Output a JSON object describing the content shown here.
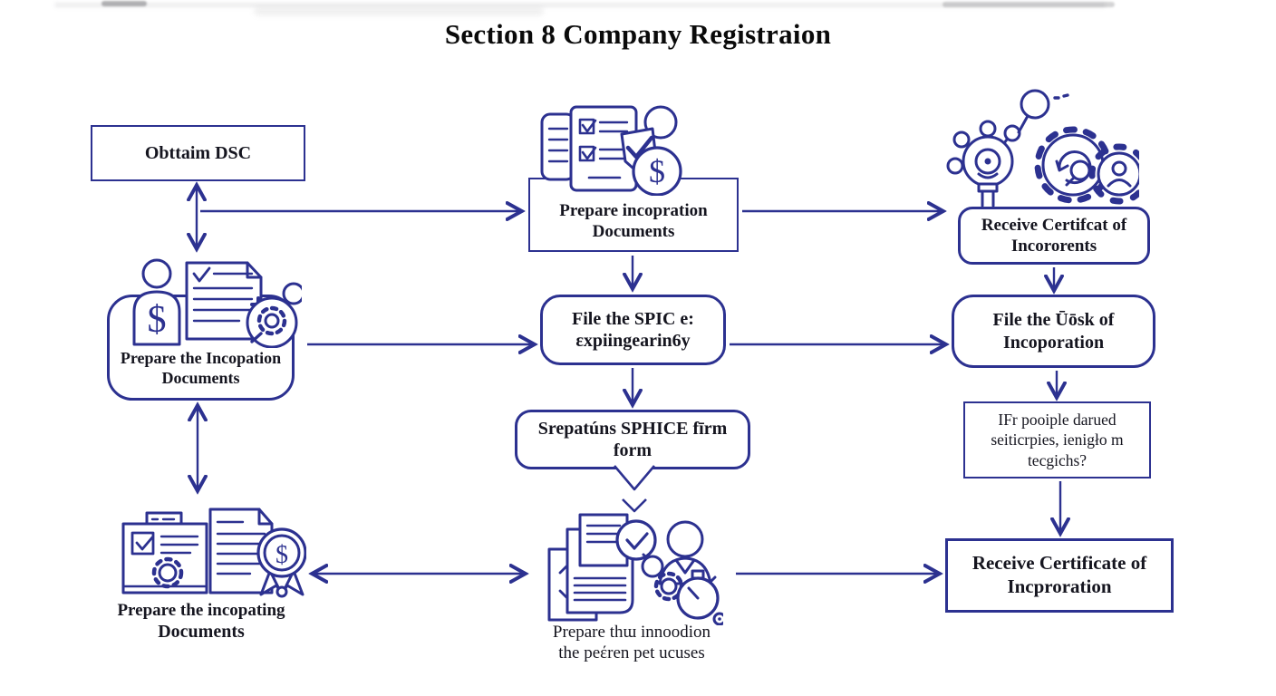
{
  "title": "Section 8 Company Registraion",
  "colors": {
    "line": "#2c3190",
    "text": "#15151f",
    "title_text": "#0a0a0a",
    "background": "#ffffff"
  },
  "glyphs": {
    "dollar": "$"
  },
  "nodes": {
    "obtain_dsc": {
      "label": "Obttaim DSC"
    },
    "prepare_incopration": {
      "line1": "Prepare incopration",
      "line2": "Documents"
    },
    "receive_certifcat": {
      "line1": "Receive Certifcat of",
      "line2": "Incororents"
    },
    "prepare_incopation": {
      "line1": "Prepare the Incopation",
      "line2": "Documents"
    },
    "file_spice": {
      "line1": "File the SPIC e:",
      "line2": "εxpiingearin6y"
    },
    "file_uosk": {
      "line1": "File the Ūōsk of",
      "line2": "Incoporation"
    },
    "srepatuns": {
      "line1": "Srepatúns SPHICE fīrm",
      "line2": "form"
    },
    "ifr_question": {
      "line1": "IFr pooiple darued",
      "line2": "seiticrpies, ienigło m",
      "line3": "tecgichs?"
    },
    "prepare_incopating": {
      "line1": "Prepare the incopating",
      "line2": "Documents"
    },
    "prepare_innoodion": {
      "line1": "Prepare thɯ innoodion",
      "line2": "the peέren pet ucuses"
    },
    "receive_certificate": {
      "line1": "Receive Certificate of",
      "line2": "Incproration"
    }
  },
  "icons": {
    "top_center": [
      "checklist-document-icon",
      "person-icon",
      "check-badge-icon",
      "dollar-coin-icon"
    ],
    "top_right": [
      "molecule-gear-icon",
      "magnifier-icon",
      "process-gear-icon",
      "user-gear-icon"
    ],
    "mid_left": [
      "person-dollar-icon",
      "checklist-doc-icon",
      "gear-magnifier-icon"
    ],
    "bottom_left": [
      "clipboard-gear-icon",
      "document-icon",
      "award-dollar-icon"
    ],
    "bottom_center": [
      "documents-check-icon",
      "person-process-icon"
    ]
  }
}
